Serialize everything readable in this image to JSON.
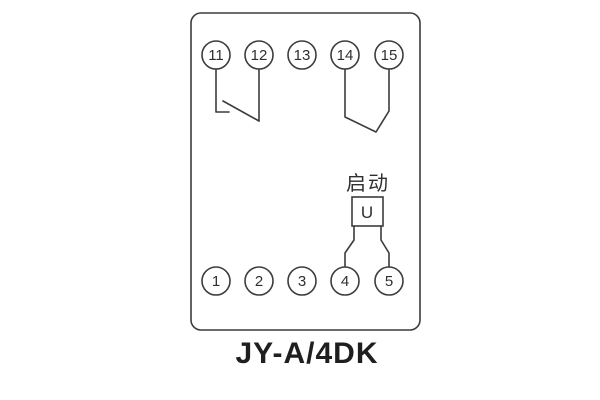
{
  "diagram": {
    "title": "JY-A/4DK",
    "element": {
      "label": "启动",
      "symbol": "U"
    },
    "terminals": {
      "top": [
        "11",
        "12",
        "13",
        "14",
        "15"
      ],
      "bottom": [
        "1",
        "2",
        "3",
        "4",
        "5"
      ]
    },
    "colors": {
      "line": "#3c3c3c",
      "background": "#ffffff"
    }
  }
}
